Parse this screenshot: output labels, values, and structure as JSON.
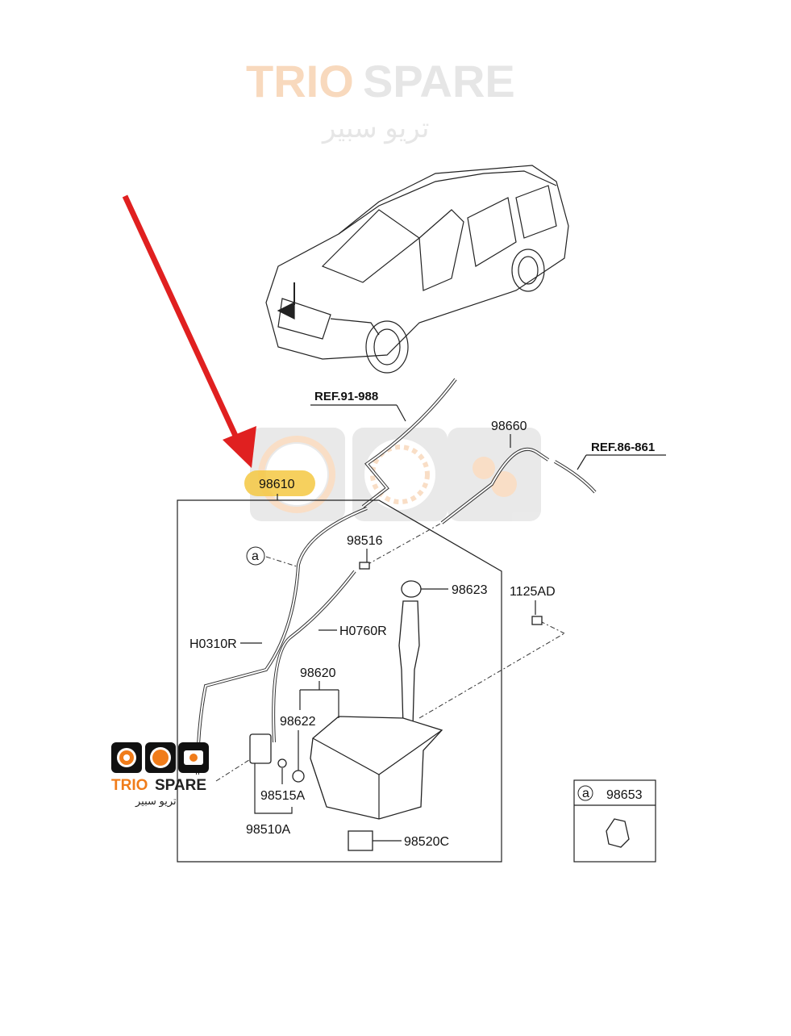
{
  "diagram": {
    "highlighted_part": "98610",
    "highlight_color": "#f5c842",
    "arrow_color": "#e02020",
    "references": [
      "REF.91-988",
      "REF.86-861"
    ],
    "part_labels": {
      "p98660": "98660",
      "p98516": "98516",
      "p98623": "98623",
      "p1125AD": "1125AD",
      "pH0310R": "H0310R",
      "pH0760R": "H0760R",
      "p98620": "98620",
      "p98622": "98622",
      "p98515A": "98515A",
      "p98510A": "98510A",
      "p98520C": "98520C"
    },
    "callout_marker": "a",
    "inset": {
      "marker": "a",
      "part": "98653"
    }
  },
  "watermark": {
    "brand_part1": "TRIO",
    "brand_part2": "SPARE",
    "arabic": "تريو سبير",
    "orange": "#f07c1a"
  }
}
